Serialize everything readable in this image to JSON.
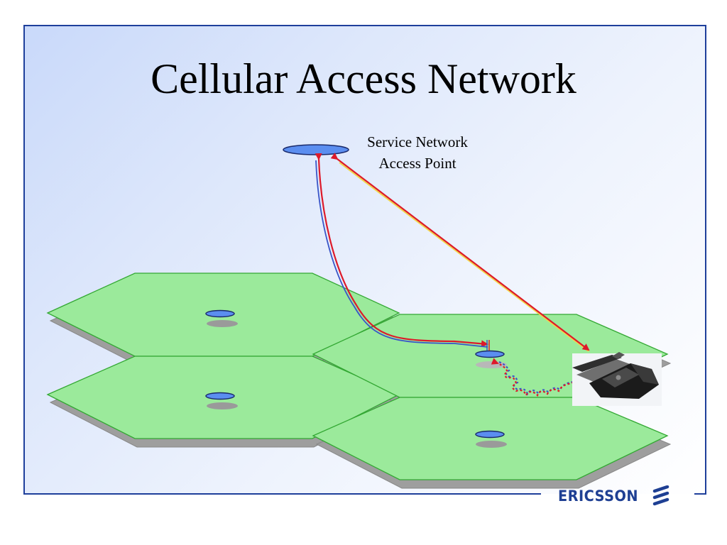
{
  "slide": {
    "title": "Cellular Access Network",
    "access_point_label": {
      "line1": "Service Network",
      "line2": "Access Point"
    },
    "logo": {
      "text": "ERICSSON"
    }
  },
  "colors": {
    "frame": "#1e3f9b",
    "cell_fill": "#9bea9b",
    "cell_stroke": "#33a833",
    "cell_shadow": "#9e9e9e",
    "antenna_fill": "#5b8ef0",
    "link_red": "#dd1a2a",
    "link_blue": "#3a55c8",
    "logo": "#1e3f93"
  },
  "icons": [
    "ericsson-logo-icon",
    "mobile-phone-icon",
    "base-station-icon",
    "access-point-icon"
  ]
}
